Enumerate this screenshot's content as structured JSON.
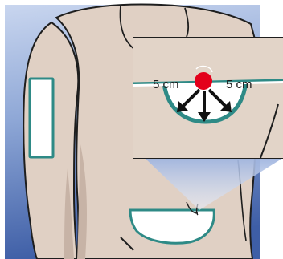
{
  "illustration": {
    "left_label": "5 cm",
    "right_label": "5 cm"
  },
  "colors": {
    "background_top": "#c9d6ef",
    "background_bottom": "#3e5ea6",
    "skin": "#e0d0c4",
    "skin_shadow": "#c7b3a6",
    "outline": "#1e1e1e",
    "zone_fill": "#ffffff",
    "zone_border": "#2e8a86",
    "navel_marker": "#e3001b",
    "callout_wedge": "#b4c5e6"
  },
  "icons": [
    "injection-site-marker",
    "arrow-down-left-icon",
    "arrow-down-icon",
    "arrow-down-right-icon"
  ]
}
